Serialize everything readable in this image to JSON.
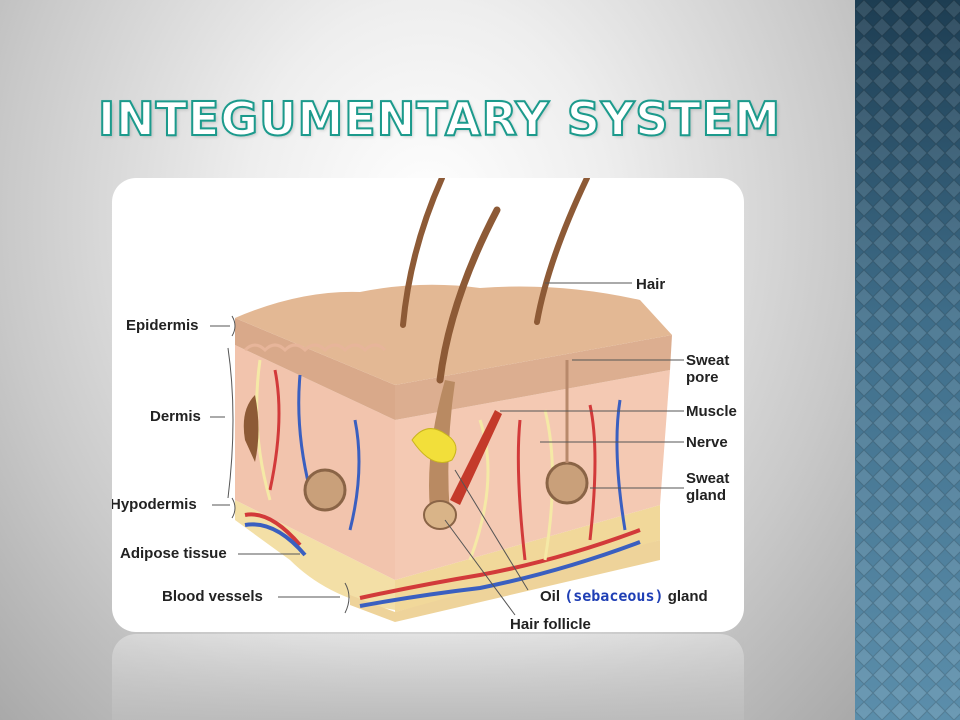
{
  "slide": {
    "title": "Integumentary System"
  },
  "diagram": {
    "labels": {
      "epidermis": "Epidermis",
      "dermis": "Dermis",
      "hypodermis": "Hypodermis",
      "adipose": "Adipose tissue",
      "blood_vessels": "Blood vessels",
      "hair": "Hair",
      "sweat_pore": "Sweat pore",
      "muscle": "Muscle",
      "nerve": "Nerve",
      "sweat_gland": "Sweat gland",
      "oil_gland_prefix": "Oil",
      "oil_gland_paren": "(sebaceous)",
      "oil_gland_suffix": "gland",
      "hair_follicle": "Hair follicle"
    }
  },
  "colors": {
    "title_fill": "#ffffff",
    "title_outline": "#1c9a8c",
    "sidebar": "#3f6e8a",
    "sebaceous_text": "#1f3fb5"
  }
}
